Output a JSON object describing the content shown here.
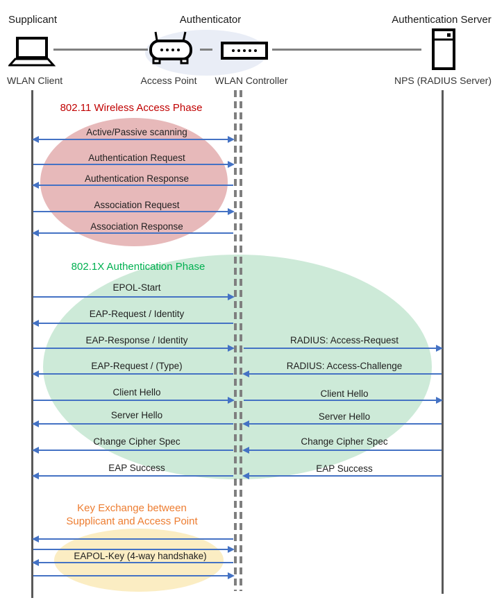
{
  "palette": {
    "arrow_blue": "#4472C4",
    "lifeline_gray": "#595959",
    "dashed_gray": "#7F7F7F",
    "connector_gray": "#808080",
    "phase1_color": "#C00000",
    "phase2_color": "#00B050",
    "phase3_color": "#ED7D31",
    "ellipse_pink": "#E7B9BA",
    "ellipse_green": "#CDEAD8",
    "ellipse_yellow": "#FBEDC3",
    "ellipse_blue": "#E9EDF6"
  },
  "icons": {
    "supplicant": "laptop-icon",
    "access_point": "wireless-router-icon",
    "wlan_controller": "switch-icon",
    "server": "server-tower-icon"
  },
  "actors": {
    "supplicant": {
      "role": "Supplicant",
      "device": "WLAN Client"
    },
    "authenticator": {
      "role": "Authenticator",
      "access_point": "Access Point",
      "wlan_controller": "WLAN Controller"
    },
    "auth_server": {
      "role": "Authentication Server",
      "device": "NPS (RADIUS Server)"
    }
  },
  "sequence": {
    "phase1": {
      "title": "802.11 Wireless Access Phase",
      "messages": [
        {
          "label": "Active/Passive scanning",
          "from": "WLAN Client",
          "to": "WLAN Controller",
          "direction": "both"
        },
        {
          "label": "Authentication Request",
          "from": "WLAN Client",
          "to": "WLAN Controller",
          "direction": "right"
        },
        {
          "label": "Authentication Response",
          "from": "WLAN Controller",
          "to": "WLAN Client",
          "direction": "left"
        },
        {
          "label": "Association Request",
          "from": "WLAN Client",
          "to": "WLAN Controller",
          "direction": "right"
        },
        {
          "label": "Association Response",
          "from": "WLAN Controller",
          "to": "WLAN Client",
          "direction": "left"
        }
      ]
    },
    "phase2": {
      "title": "802.1X Authentication Phase",
      "client_messages": [
        {
          "label": "EPOL-Start",
          "direction": "right"
        },
        {
          "label": "EAP-Request / Identity",
          "direction": "left"
        },
        {
          "label": "EAP-Response / Identity",
          "direction": "right"
        },
        {
          "label": "EAP-Request / (Type)",
          "direction": "left"
        },
        {
          "label": "Client Hello",
          "direction": "right"
        },
        {
          "label": "Server Hello",
          "direction": "left"
        },
        {
          "label": "Change Cipher Spec",
          "direction": "left"
        },
        {
          "label": "EAP Success",
          "direction": "left"
        }
      ],
      "server_messages": [
        {
          "label": "RADIUS: Access-Request",
          "direction": "right"
        },
        {
          "label": "RADIUS: Access-Challenge",
          "direction": "left"
        },
        {
          "label": "Client Hello",
          "direction": "right"
        },
        {
          "label": "Server Hello",
          "direction": "left"
        },
        {
          "label": "Change Cipher Spec",
          "direction": "left"
        },
        {
          "label": "EAP Success",
          "direction": "left"
        }
      ]
    },
    "phase3": {
      "title_line1": "Key Exchange between",
      "title_line2": "Supplicant and Access Point",
      "handshake_label": "EAPOL-Key (4-way handshake)",
      "arrows": [
        "left",
        "right",
        "left",
        "right"
      ]
    }
  }
}
